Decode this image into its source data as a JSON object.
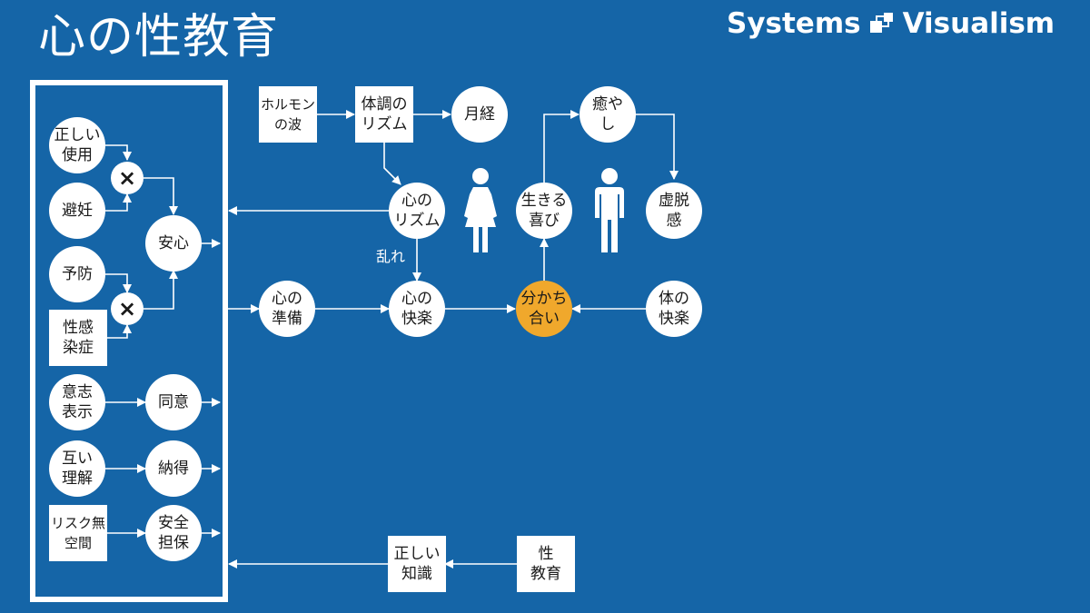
{
  "title": "心の性教育",
  "brand": {
    "left": "Systems",
    "right": "Visualism",
    "logo_icon": "systems-visualism-logo-icon"
  },
  "colors": {
    "background": "#1565a7",
    "node": "#ffffff",
    "highlight": "#f0a82c",
    "line": "#ffffff"
  },
  "left_group": {
    "correct_use": "正しい\n使用",
    "contraception": "避妊",
    "multiply_1": "×",
    "peace_of_mind": "安心",
    "prevention": "予防",
    "sti": "性感\n染症",
    "multiply_2": "×",
    "intention": "意志\n表示",
    "consent": "同意",
    "mutual_understanding": "互い\n理解",
    "agreement": "納得",
    "risk_free_space": "リスク無\n空間",
    "safety_assurance": "安全\n担保"
  },
  "flow": {
    "hormone_wave": "ホルモン\nの波",
    "body_rhythm": "体調の\nリズム",
    "menstruation": "月経",
    "mind_rhythm": "心の\nリズム",
    "disturbance_label": "乱れ",
    "mind_readiness": "心の\n準備",
    "mind_pleasure": "心の\n快楽",
    "sharing": "分かち\n合い",
    "body_pleasure": "体の\n快楽",
    "joy_of_living": "生きる\n喜び",
    "healing": "癒や\nし",
    "lethargy": "虚脱\n感",
    "correct_knowledge": "正しい\n知識",
    "sex_education": "性\n教育"
  },
  "icons": {
    "female": "female-person-icon",
    "male": "male-person-icon"
  }
}
